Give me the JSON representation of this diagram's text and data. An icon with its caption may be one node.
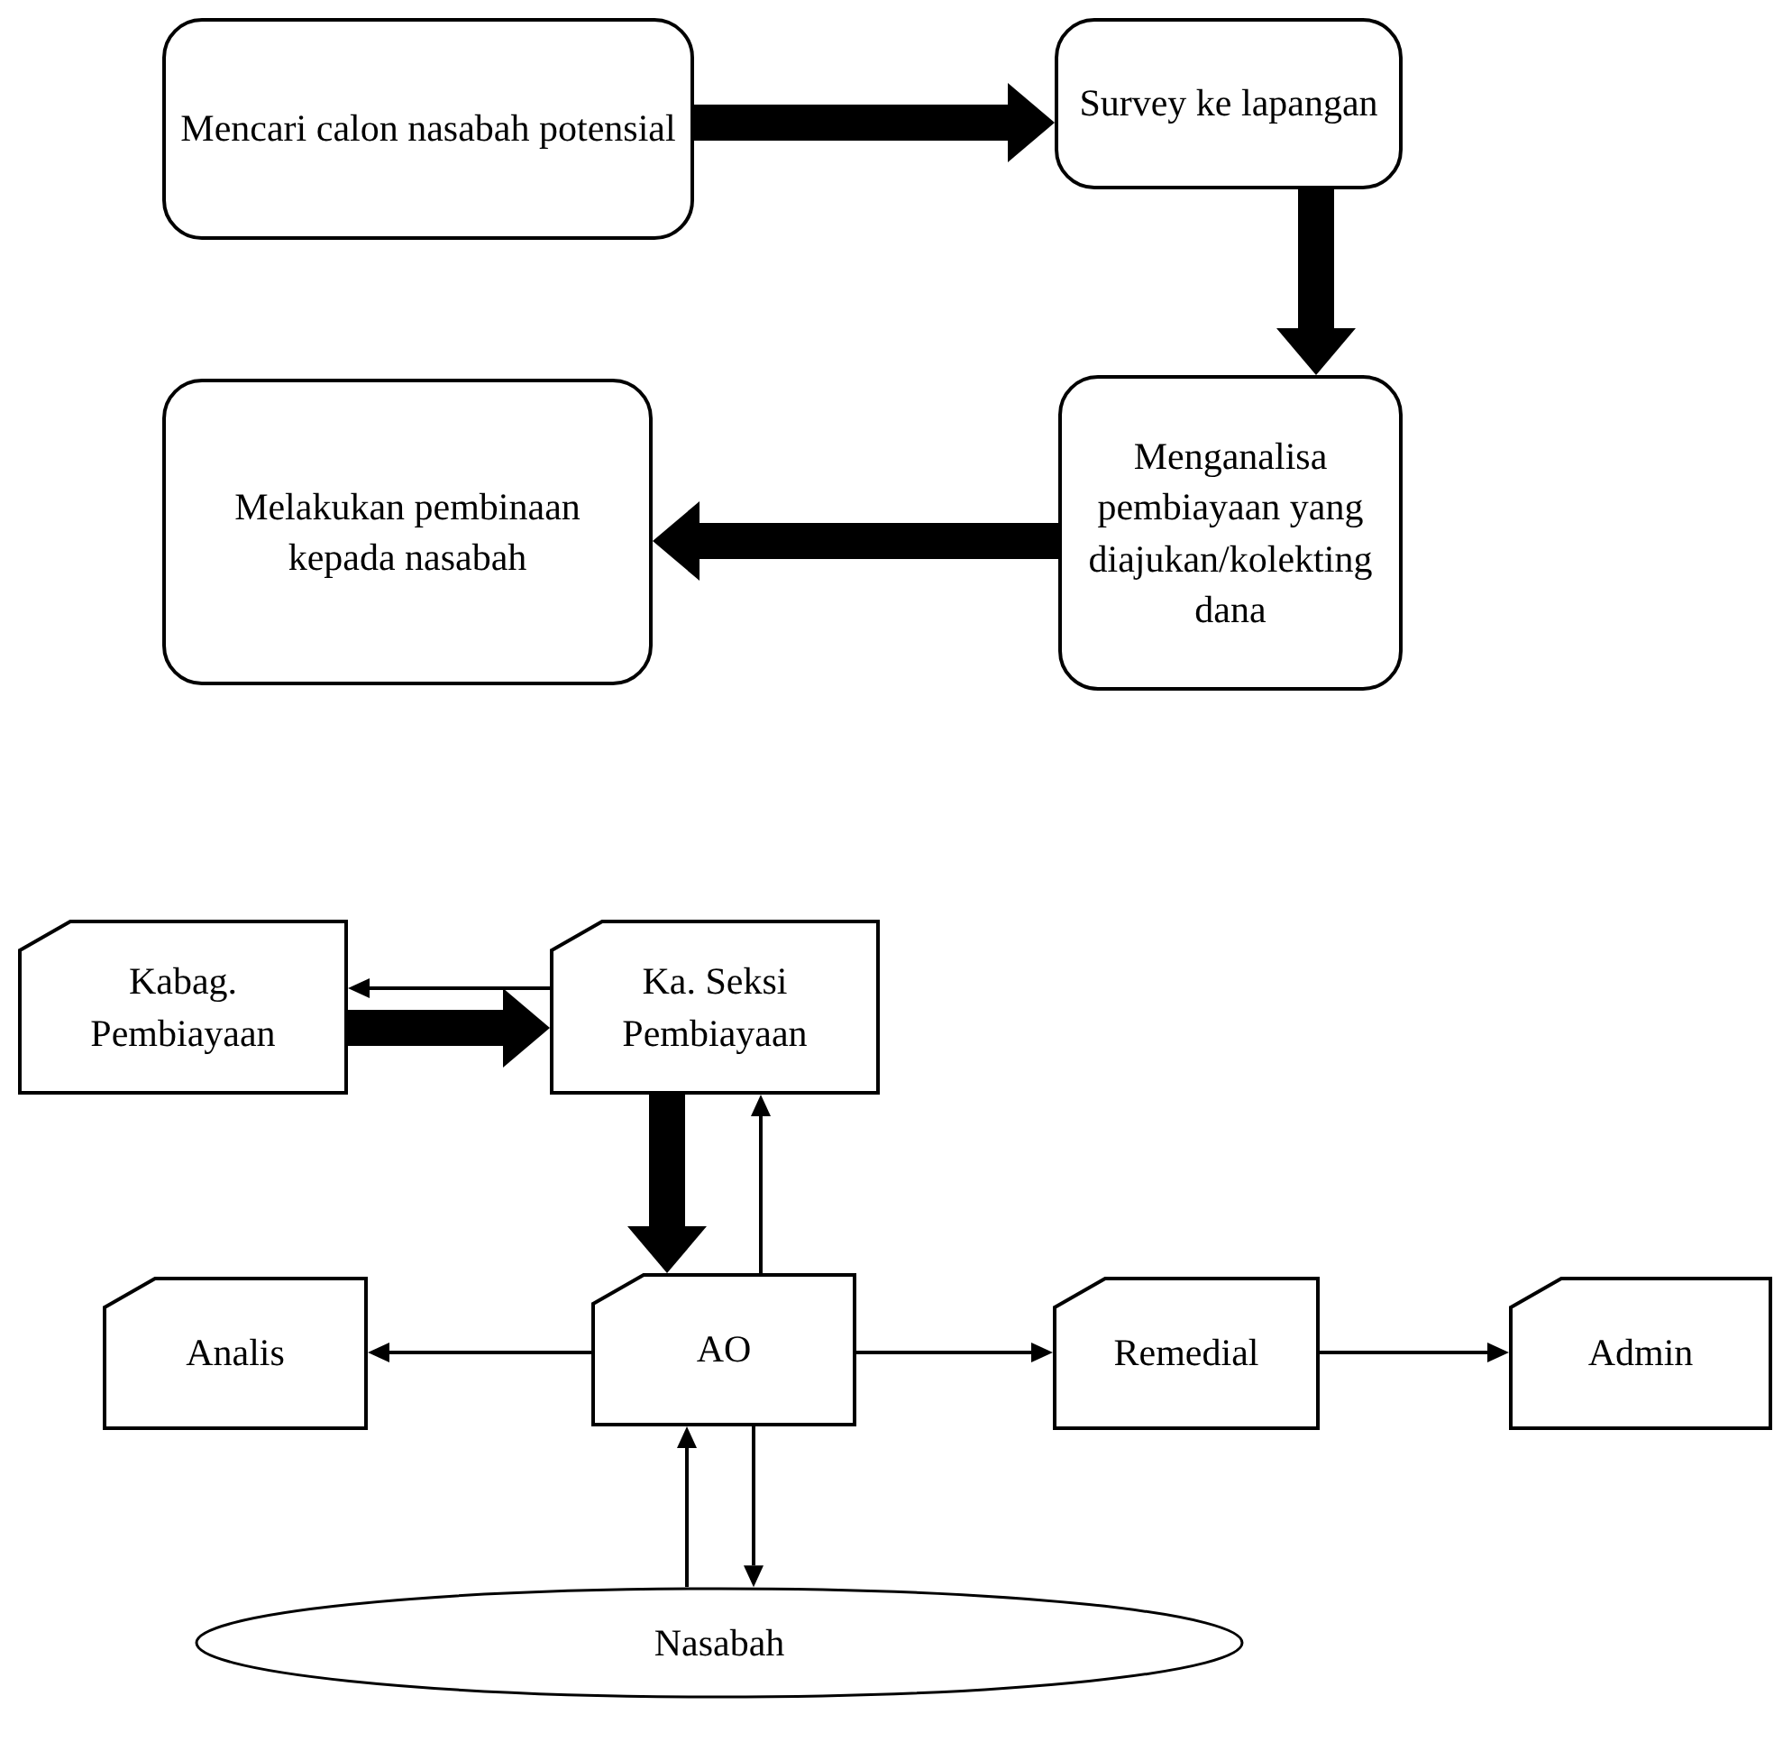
{
  "diagram": {
    "nodes": [
      {
        "text": [
          "Mencari calon nasabah potensial"
        ]
      },
      {
        "text": [
          "Survey ke lapangan"
        ]
      },
      {
        "text": [
          "Menganalisa pembiayaan yang diajukan/kolekting dana"
        ]
      },
      {
        "text": [
          "Melakukan pembinaan kepada nasabah"
        ]
      },
      {
        "text": [
          "Kabag. Pembiayaan"
        ]
      },
      {
        "text": [
          "Ka. Seksi Pembiayaan"
        ]
      },
      {
        "text": [
          "Analis"
        ]
      },
      {
        "text": [
          "AO"
        ]
      },
      {
        "text": [
          "Remedial"
        ]
      },
      {
        "text": [
          "Admin"
        ]
      },
      {
        "text": [
          "Nasabah"
        ]
      }
    ],
    "edges": [
      {
        "from": 0,
        "to": 1,
        "arrow": "to",
        "style": "thick"
      },
      {
        "from": 1,
        "to": 2,
        "arrow": "to",
        "style": "thick"
      },
      {
        "from": 2,
        "to": 3,
        "arrow": "to",
        "style": "thick"
      },
      {
        "from": 5,
        "to": 4,
        "arrow": "to"
      },
      {
        "from": 4,
        "to": 5,
        "arrow": "to",
        "style": "thick"
      },
      {
        "from": 5,
        "to": 7,
        "arrow": "to",
        "style": "thick"
      },
      {
        "from": 7,
        "to": 5,
        "arrow": "to"
      },
      {
        "from": 7,
        "to": 6,
        "arrow": "to"
      },
      {
        "from": 7,
        "to": 8,
        "arrow": "to"
      },
      {
        "from": 8,
        "to": 9,
        "arrow": "to"
      },
      {
        "from": 10,
        "to": 7,
        "arrow": "to"
      },
      {
        "from": 7,
        "to": 10,
        "arrow": "to"
      }
    ]
  }
}
